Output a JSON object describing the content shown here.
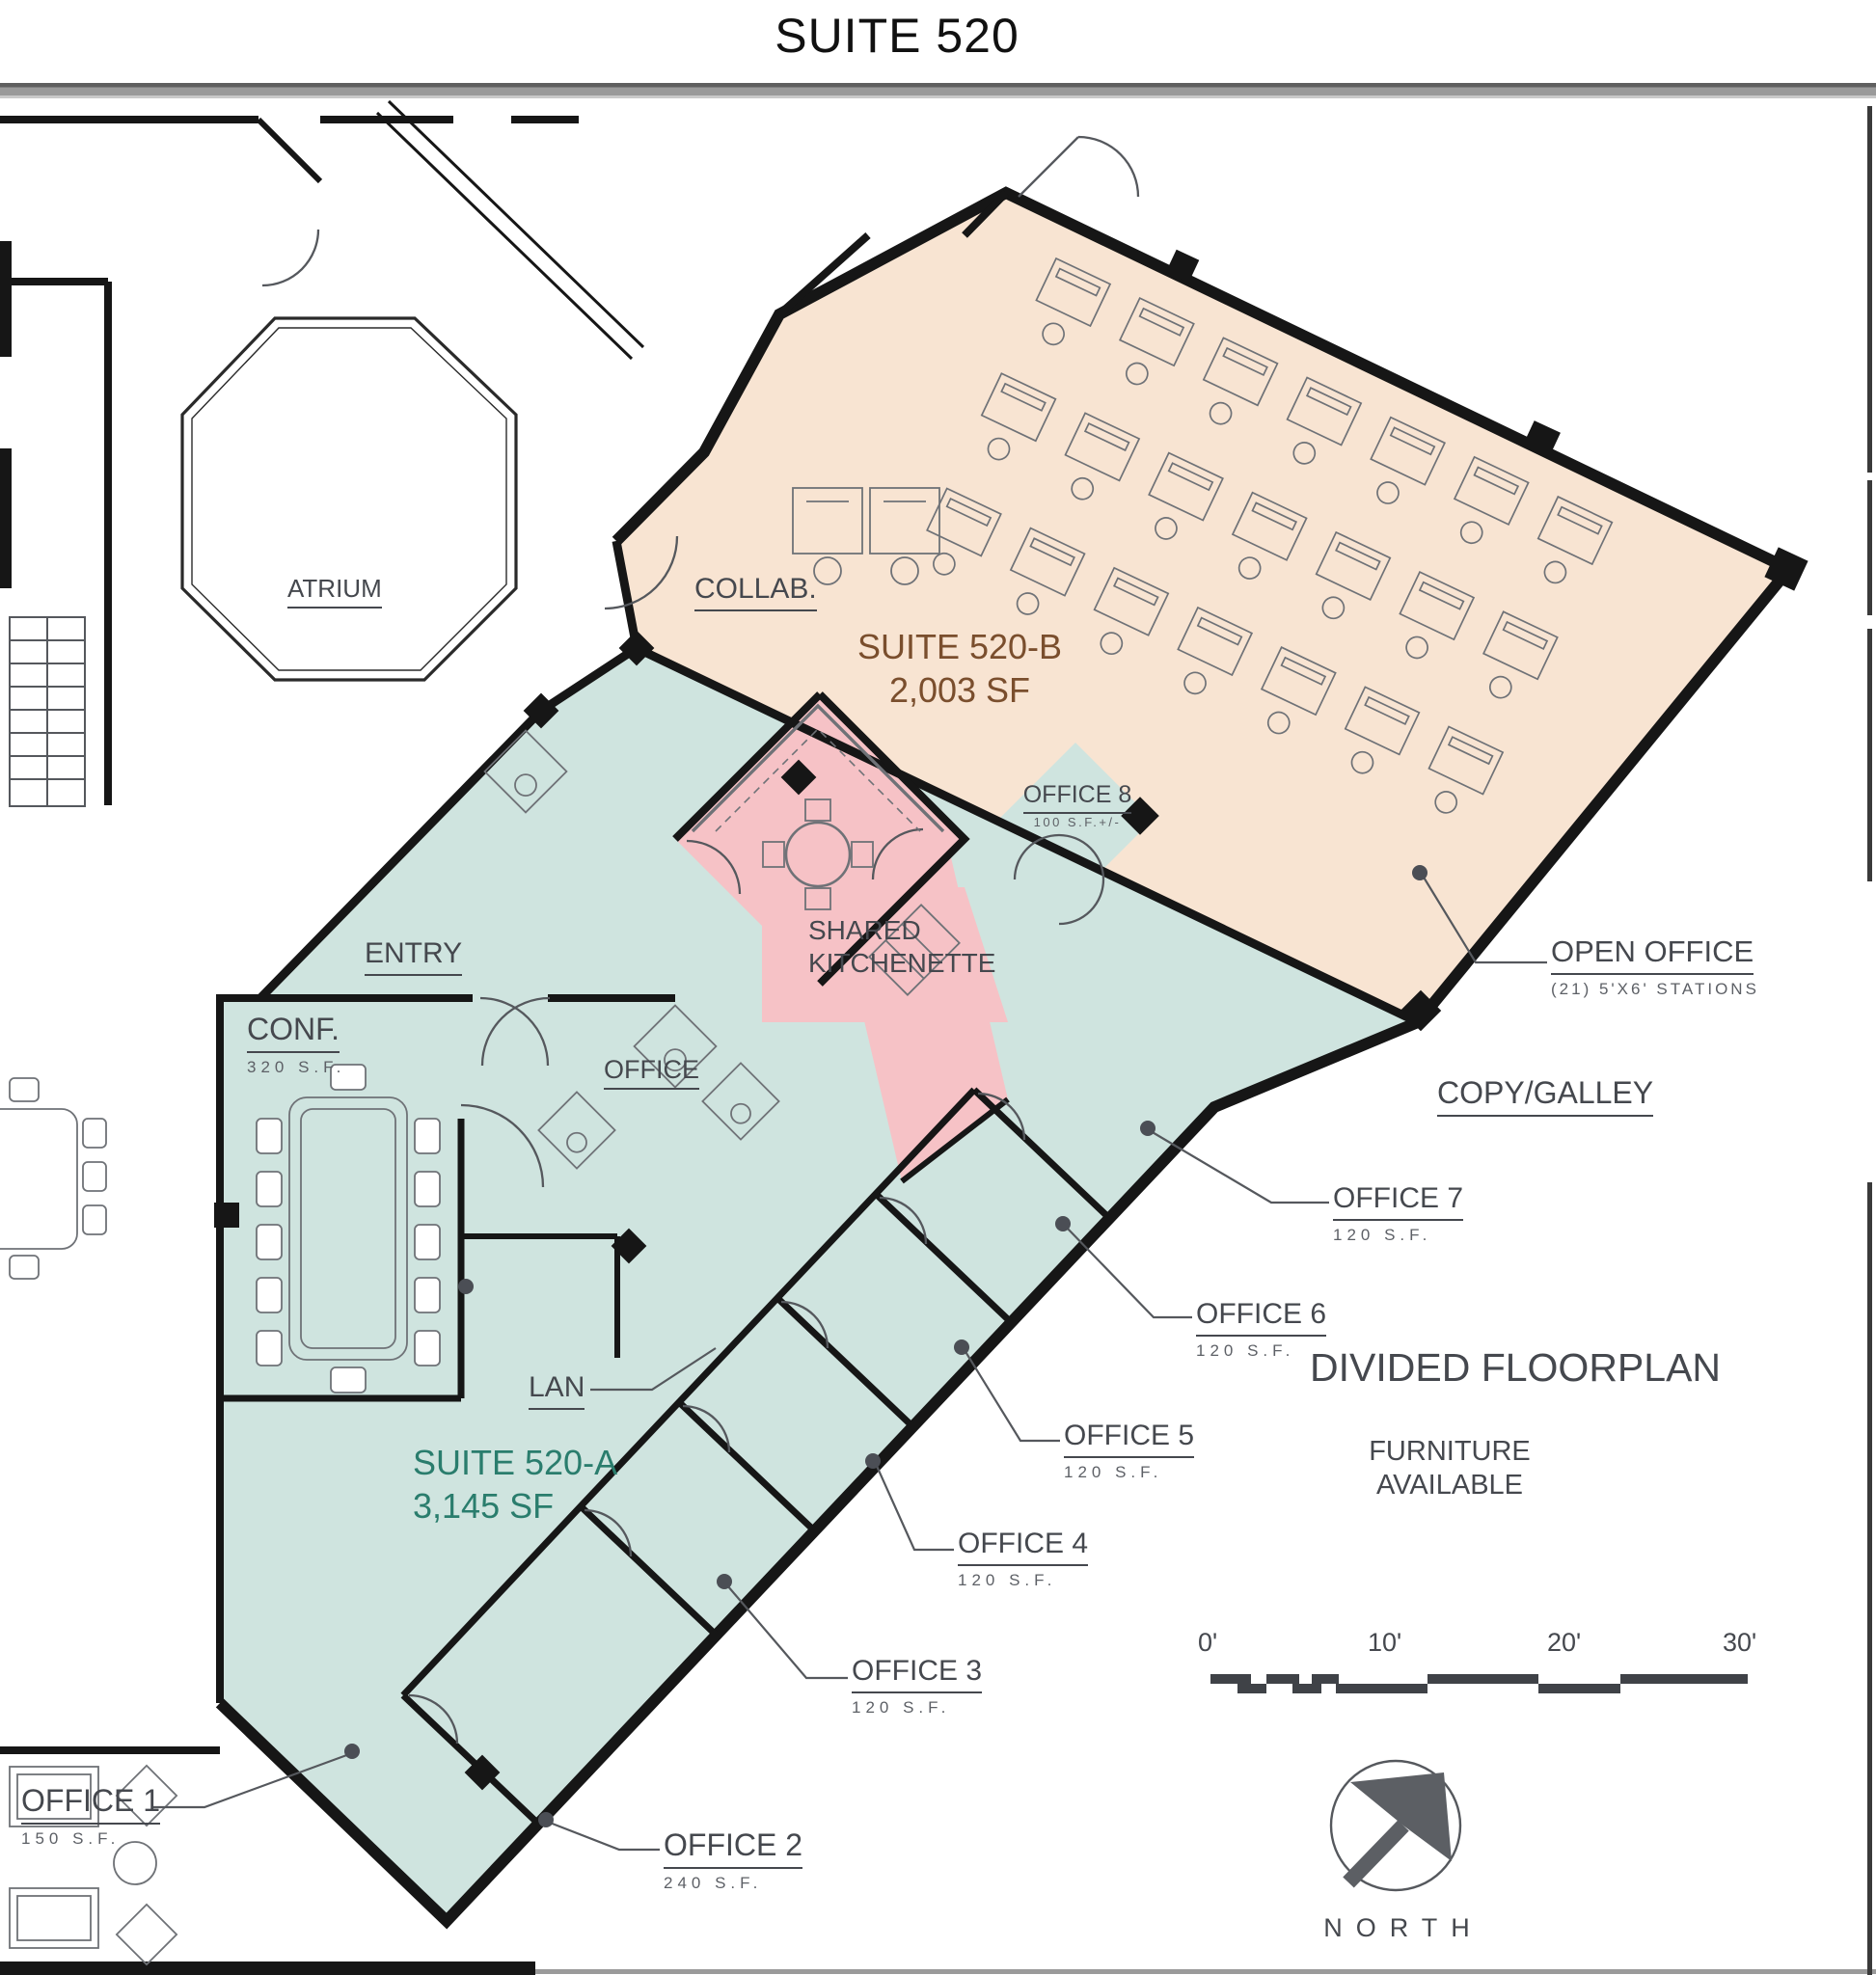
{
  "title": "SUITE 520",
  "plan": {
    "suite_a": {
      "name": "SUITE 520-A",
      "area": "3,145 SF"
    },
    "suite_b": {
      "name": "SUITE 520-B",
      "area": "2,003 SF"
    },
    "rooms": {
      "atrium": {
        "label": "ATRIUM"
      },
      "collab": {
        "label": "COLLAB."
      },
      "office8": {
        "label": "OFFICE 8",
        "area": "100 S.F.+/-"
      },
      "kitchenette": {
        "line1": "SHARED",
        "line2": "KITCHENETTE"
      },
      "entry": {
        "label": "ENTRY"
      },
      "conf": {
        "label": "CONF.",
        "area": "320 S.F."
      },
      "office_small": {
        "label": "OFFICE"
      },
      "open_office": {
        "label": "OPEN OFFICE",
        "sub": "(21) 5'X6' STATIONS"
      },
      "copy_galley": {
        "label": "COPY/GALLEY"
      },
      "office7": {
        "label": "OFFICE 7",
        "area": "120 S.F."
      },
      "office6": {
        "label": "OFFICE 6",
        "area": "120 S.F."
      },
      "office5": {
        "label": "OFFICE 5",
        "area": "120 S.F."
      },
      "office4": {
        "label": "OFFICE 4",
        "area": "120 S.F."
      },
      "office3": {
        "label": "OFFICE 3",
        "area": "120 S.F."
      },
      "office2": {
        "label": "OFFICE 2",
        "area": "240 S.F."
      },
      "office1": {
        "label": "OFFICE 1",
        "area": "150 S.F."
      },
      "lan": {
        "label": "LAN"
      }
    },
    "annotations": {
      "divided_floorplan": "DIVIDED FLOORPLAN",
      "furniture_line1": "FURNITURE",
      "furniture_line2": "AVAILABLE",
      "north": "NORTH"
    },
    "scale_bar": {
      "ticks": [
        "0'",
        "10'",
        "20'",
        "30'"
      ]
    },
    "colors": {
      "suite_a_fill": "#cfe4df",
      "suite_b_fill": "#f8e4d2",
      "kitchenette_fill": "#f6c2c6",
      "suite_a_text": "#2a7d6d",
      "suite_b_text": "#7a4e2d",
      "label_text": "#45484e",
      "wall": "#161616"
    }
  }
}
